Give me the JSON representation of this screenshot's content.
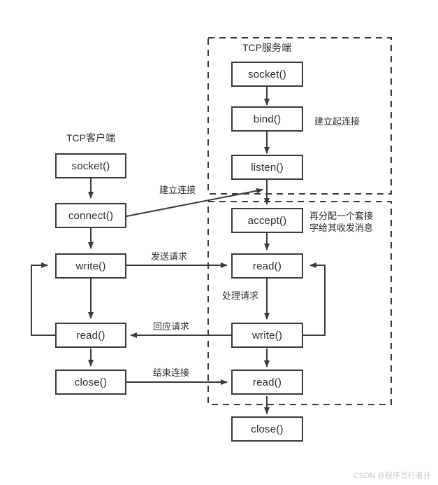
{
  "diagram": {
    "title": "TCP socket programming flow",
    "colors": {
      "stroke": "#3a3a3a",
      "box_fill": "#ffffff",
      "background": "#ffffff",
      "text": "#2b2b2b",
      "watermark": "#c9c9c9"
    },
    "groups": [
      {
        "name": "server-group",
        "label": "TCP服务端"
      },
      {
        "name": "connection-group",
        "label": ""
      }
    ],
    "client": {
      "title": "TCP客户端",
      "nodes": [
        {
          "name": "client-socket",
          "label": "socket()"
        },
        {
          "name": "client-connect",
          "label": "connect()"
        },
        {
          "name": "client-write",
          "label": "write()"
        },
        {
          "name": "client-read",
          "label": "read()"
        },
        {
          "name": "client-close",
          "label": "close()"
        }
      ]
    },
    "server": {
      "nodes": [
        {
          "name": "server-socket",
          "label": "socket()"
        },
        {
          "name": "server-bind",
          "label": "bind()"
        },
        {
          "name": "server-listen",
          "label": "listen()"
        },
        {
          "name": "server-accept",
          "label": "accept()"
        },
        {
          "name": "server-read",
          "label": "read()"
        },
        {
          "name": "server-write",
          "label": "write()"
        },
        {
          "name": "server-read2",
          "label": "read()"
        },
        {
          "name": "server-close",
          "label": "close()"
        }
      ]
    },
    "edge_labels": {
      "establish_connection": "建立连接",
      "establish_connection_server": "建立起连接",
      "allocate_socket_line1": "再分配一个套接",
      "allocate_socket_line2": "字给其收发消息",
      "send_request": "发送请求",
      "handle_request": "处理请求",
      "reply_request": "回应请求",
      "end_connection": "结束连接"
    },
    "watermark": "CSDN @程序员行者孙"
  }
}
